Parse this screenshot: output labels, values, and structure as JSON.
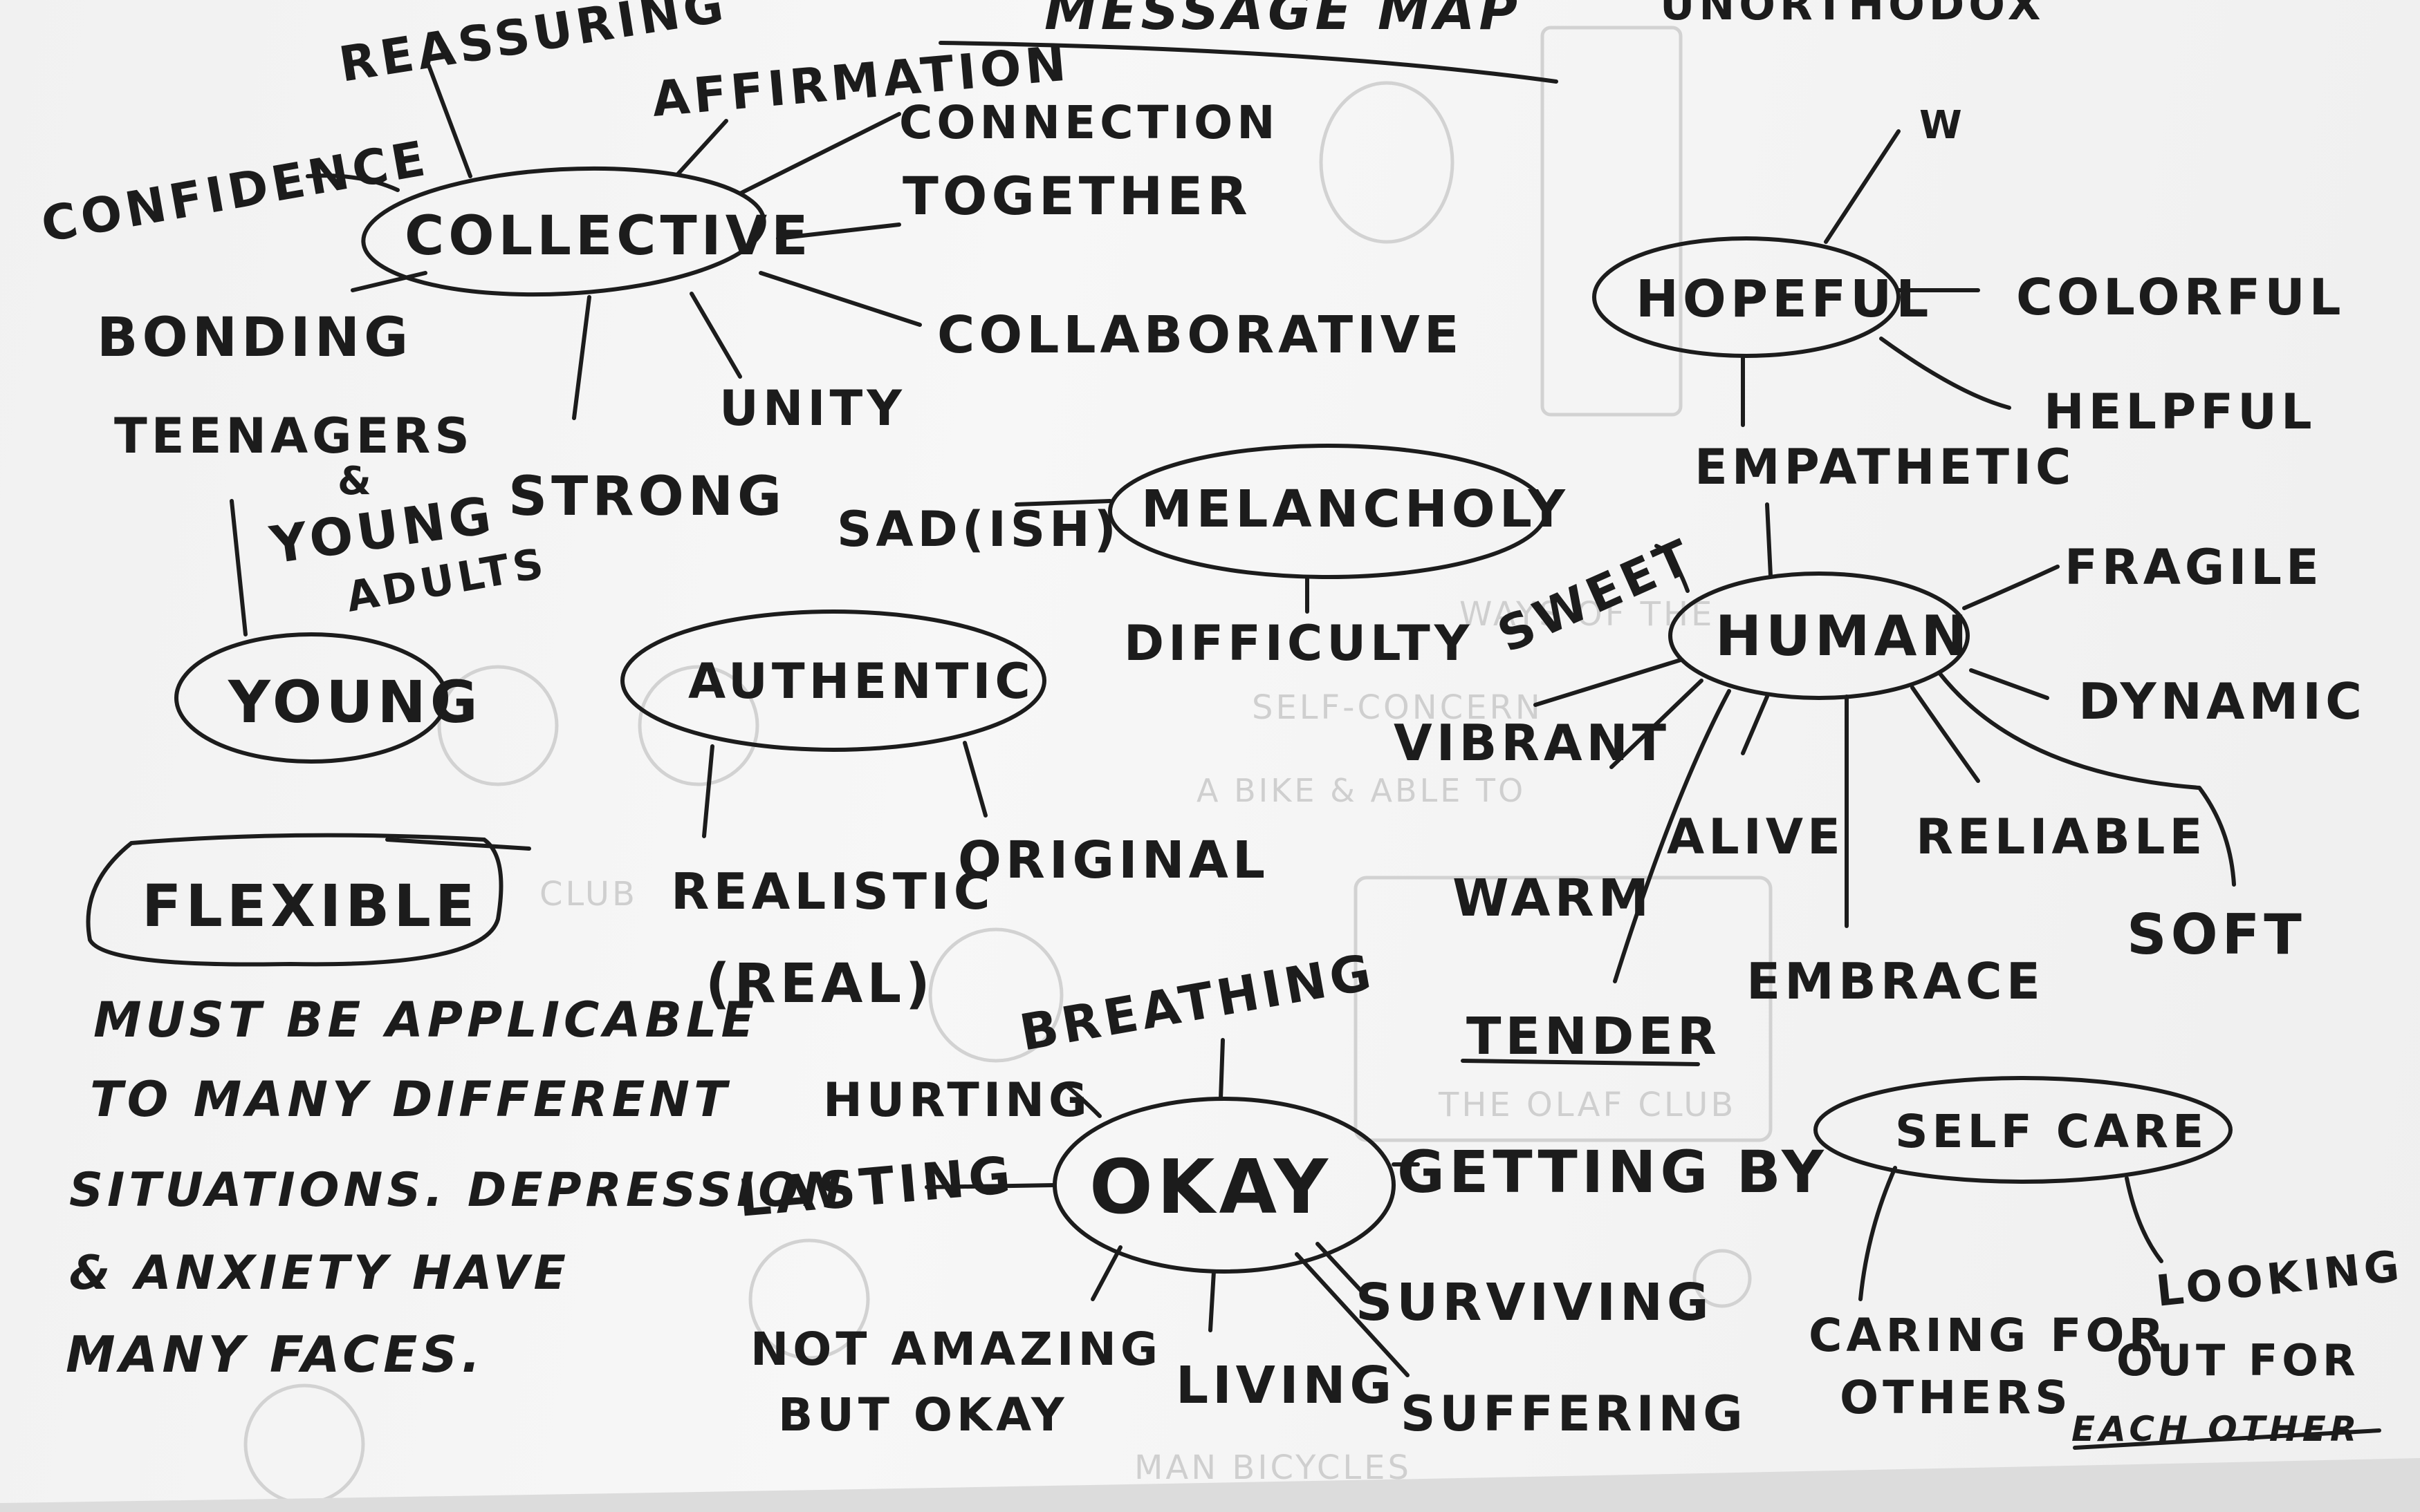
{
  "header": {
    "title": "MESSAGE MAP",
    "subtitle": "UNORTHODOX"
  },
  "hubs": {
    "collective": {
      "label": "COLLECTIVE",
      "spokes": {
        "confidence": "CONFIDENCE",
        "reassuring": "REASSURING",
        "affirmation": "AFFIRMATION",
        "connection": "CONNECTION",
        "together": "TOGETHER",
        "collaborative": "COLLABORATIVE",
        "unity": "UNITY",
        "strong": "STRONG",
        "bonding": "BONDING"
      }
    },
    "hopeful": {
      "label": "HOPEFUL",
      "spokes": {
        "w": "W",
        "colorful": "COLORFUL",
        "helpful": "HELPFUL",
        "empathetic": "EMPATHETIC"
      }
    },
    "melancholy": {
      "label": "MELANCHOLY",
      "spokes": {
        "sadish": "SAD(ISH)",
        "difficulty": "DIFFICULTY"
      }
    },
    "human": {
      "label": "HUMAN",
      "spokes": {
        "sweet": "SWEET",
        "fragile": "FRAGILE",
        "dynamic": "DYNAMIC",
        "vibrant": "VIBRANT",
        "alive": "ALIVE",
        "reliable": "RELIABLE",
        "soft": "SOFT",
        "warm": "WARM",
        "embrace": "EMBRACE",
        "tender": "TENDER"
      }
    },
    "young": {
      "label": "YOUNG",
      "spokes": {
        "teenagers": "TEENAGERS",
        "amp": "&",
        "young_adults_1": "YOUNG",
        "young_adults_2": "ADULTS"
      }
    },
    "authentic": {
      "label": "AUTHENTIC",
      "spokes": {
        "realistic": "REALISTIC",
        "real": "(REAL)",
        "original": "ORIGINAL"
      }
    },
    "flexible": {
      "label": "FLEXIBLE",
      "note": [
        "MUST BE APPLICABLE",
        "TO MANY DIFFERENT",
        "SITUATIONS. DEPRESSION",
        "& ANXIETY HAVE",
        "MANY FACES."
      ]
    },
    "okay": {
      "label": "OKAY",
      "spokes": {
        "breathing": "BREATHING",
        "hurting": "HURTING",
        "lasting": "LASTING",
        "getting_by": "GETTING BY",
        "surviving": "SURVIVING",
        "suffering": "SUFFERING",
        "living": "LIVING",
        "not_amazing_1": "NOT AMAZING",
        "not_amazing_2": "BUT OKAY"
      }
    },
    "selfcare": {
      "label": "SELF CARE",
      "spokes": {
        "caring_1": "CARING FOR",
        "caring_2": "OTHERS",
        "looking_1": "LOOKING",
        "looking_2": "OUT FOR",
        "looking_3": "EACH OTHER"
      }
    }
  },
  "bleed_through": {
    "lines": [
      "THE OLAF CLUB",
      "WAYS OF THE",
      "SELF-CONCERN",
      "A BIKE & ABLE TO",
      "CLUB",
      "MAN BICYCLES"
    ]
  },
  "colors": {
    "ink": "#1c1c1c",
    "paper": "#f4f4f4",
    "bleed": "#cfcfcf"
  }
}
